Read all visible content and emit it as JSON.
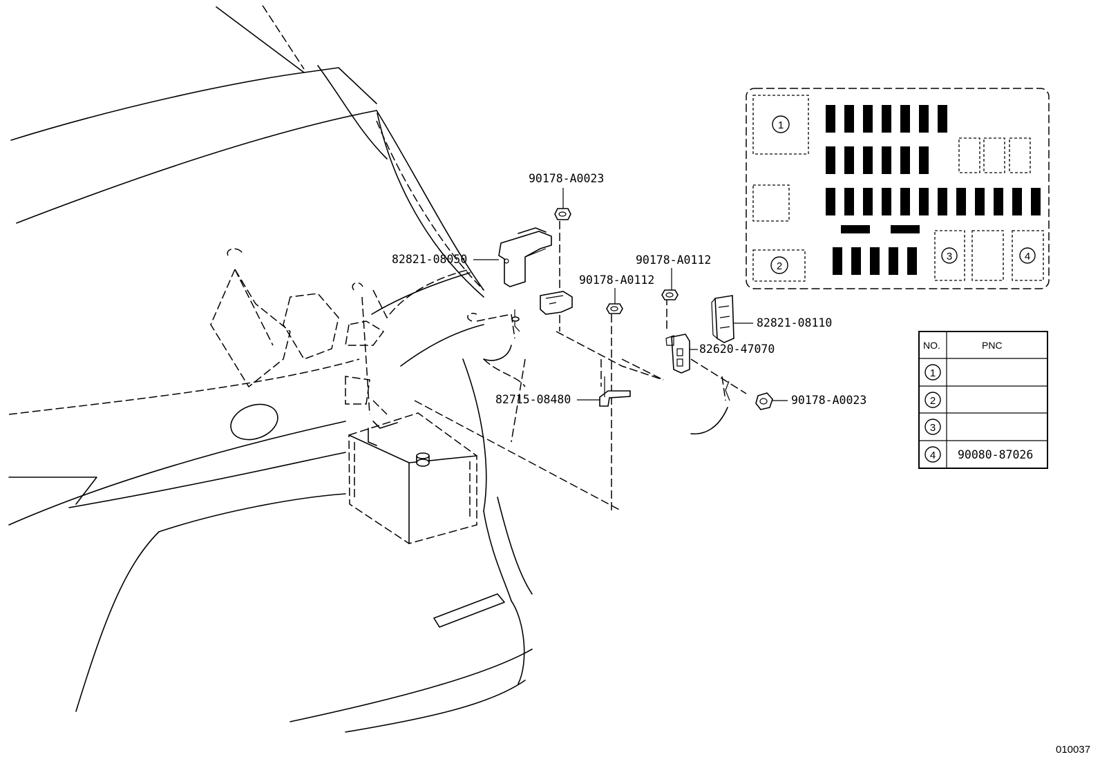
{
  "callouts": [
    {
      "id": "c1",
      "text": "90178-A0023"
    },
    {
      "id": "c2",
      "text": "82821-08050"
    },
    {
      "id": "c3",
      "text": "90178-A0112"
    },
    {
      "id": "c4",
      "text": "90178-A0112"
    },
    {
      "id": "c5",
      "text": "82821-08110"
    },
    {
      "id": "c6",
      "text": "82620-47070"
    },
    {
      "id": "c7",
      "text": "82715-08480"
    },
    {
      "id": "c8",
      "text": "90178-A0023"
    }
  ],
  "fuse_box": {
    "markers": [
      "1",
      "2",
      "3",
      "4"
    ]
  },
  "pnc_table": {
    "headers": {
      "no": "NO.",
      "pnc": "PNC"
    },
    "rows": [
      {
        "no": "1",
        "pnc": ""
      },
      {
        "no": "2",
        "pnc": ""
      },
      {
        "no": "3",
        "pnc": ""
      },
      {
        "no": "4",
        "pnc": "90080-87026"
      }
    ]
  },
  "figure_id": "010037"
}
